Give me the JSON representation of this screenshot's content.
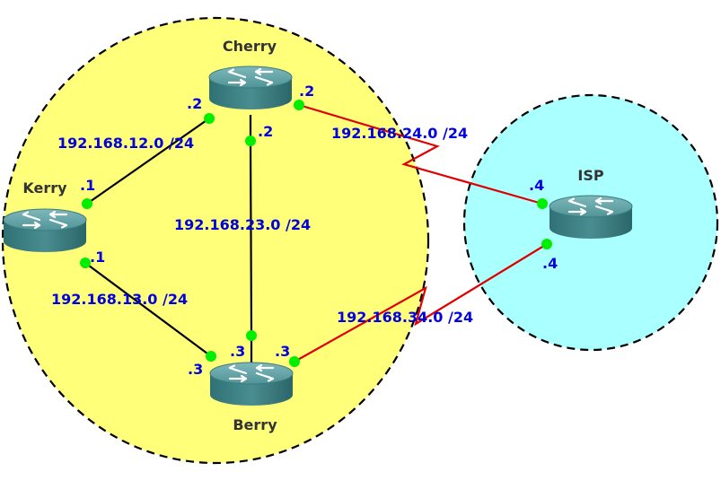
{
  "areas": {
    "main_color": "#ffff7a",
    "isp_color": "#aaffff",
    "border_color": "#000000"
  },
  "devices": {
    "cherry": "Cherry",
    "kerry": "Kerry",
    "berry": "Berry",
    "isp": "ISP"
  },
  "networks": {
    "kerry_cherry": "192.168.12.0 /24",
    "kerry_berry": "192.168.13.0 /24",
    "cherry_berry": "192.168.23.0 /24",
    "cherry_isp": "192.168.24.0 /24",
    "berry_isp": "192.168.34.0 /24"
  },
  "interfaces": {
    "cherry_to_kerry": ".2",
    "cherry_to_berry": ".2",
    "cherry_to_isp": ".2",
    "kerry_to_cherry": ".1",
    "kerry_to_berry": ".1",
    "berry_to_kerry": ".3",
    "berry_to_cherry": ".3",
    "berry_to_isp": ".3",
    "isp_to_cherry": ".4",
    "isp_to_berry": ".4"
  },
  "link_colors": {
    "internal": "#000000",
    "external": "#e00000",
    "endpoint": "#00ee00"
  },
  "icon": "router-icon"
}
